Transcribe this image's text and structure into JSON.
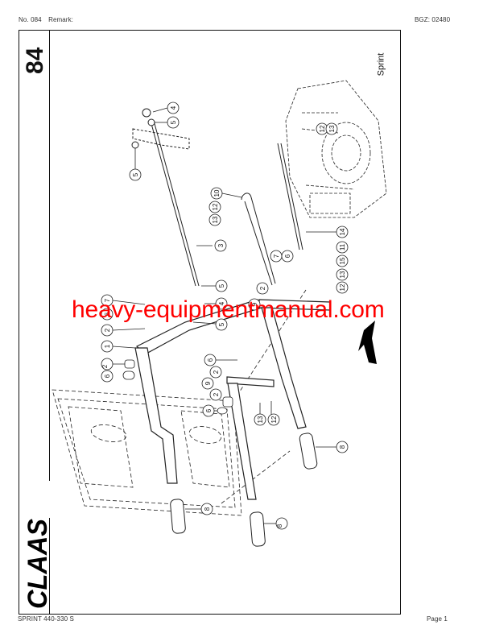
{
  "header": {
    "number": "No. 084",
    "remark_label": "Remark:",
    "bgz": "BGZ: 02480"
  },
  "footer": {
    "model": "SPRINT 440-330 S",
    "page": "Page 1"
  },
  "sheet": {
    "page_number": "84",
    "model_title": "Sprint",
    "brand_logo": "CLAAS"
  },
  "drawing": {
    "description": "Exploded parts diagram of shift lever linkage with rods, handles and gearbox",
    "callouts": [
      "1",
      "2",
      "3",
      "4",
      "5",
      "6",
      "7",
      "8",
      "9",
      "10",
      "11",
      "12",
      "13",
      "14",
      "15"
    ]
  },
  "watermark": {
    "text": "heavy-equipmentmanual.com",
    "color": "#ff0000"
  }
}
